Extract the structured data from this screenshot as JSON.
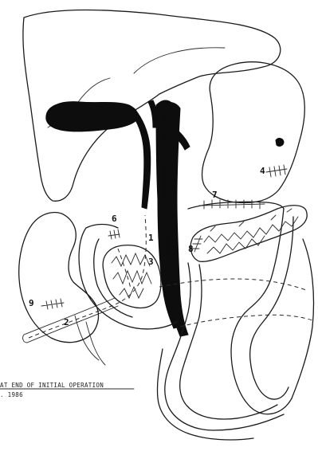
{
  "caption": {
    "line1": "AT END OF INITIAL OPERATION",
    "line2": ". 1986"
  },
  "labels": [
    "1",
    "2",
    "3",
    "4",
    "6",
    "7",
    "8",
    "9"
  ],
  "colors": {
    "ink": "#1b1b1b",
    "fill": "#0d0d0d",
    "paper": "#ffffff"
  }
}
